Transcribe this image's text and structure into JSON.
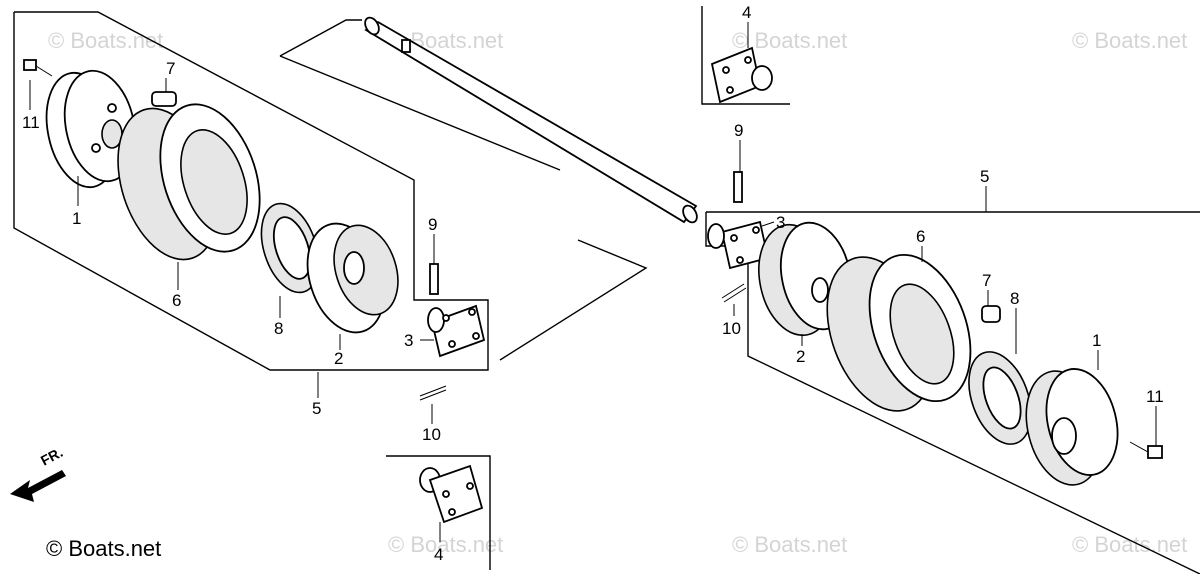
{
  "watermark": "© Boats.net",
  "copyright": "© Boats.net",
  "front_label": "FR.",
  "callouts": {
    "1": "1",
    "2": "2",
    "3": "3",
    "4": "4",
    "5": "5",
    "6": "6",
    "7": "7",
    "8": "8",
    "9": "9",
    "10": "10",
    "11": "11"
  }
}
